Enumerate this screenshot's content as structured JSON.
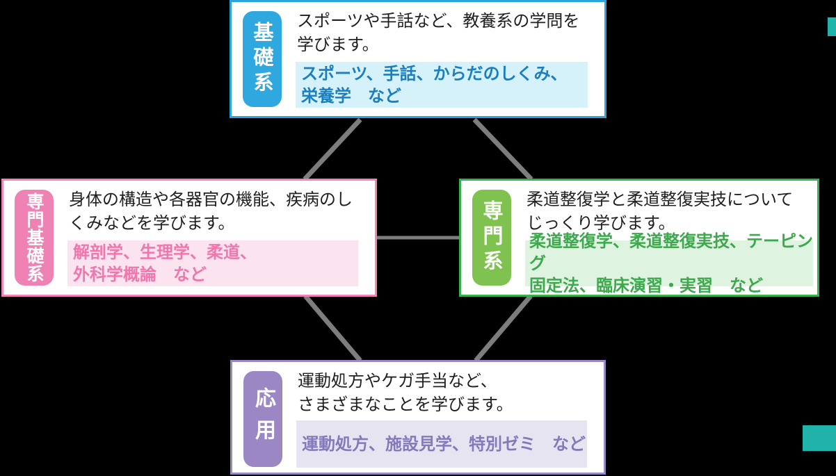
{
  "background": "#000000",
  "colors": {
    "description_text": "#1f1f1f"
  },
  "connectors": {
    "color": "#7d7d7d"
  },
  "decorations": {
    "corner_color": "#1fb3ab"
  },
  "boxes": [
    {
      "id": "basic",
      "label": "基礎系",
      "description": "スポーツや手話など、教養系の学問を\n学びます。",
      "subjects": "スポーツ、手話、からだのしくみ、\n栄養学　など",
      "colors": {
        "border": "#29a4dc",
        "label_bg": "#2fa8df",
        "label_text": "#ffffff",
        "subjects_bg": "#d5f2fb",
        "subjects_text": "#1b7ec1"
      }
    },
    {
      "id": "senmon-kiso",
      "label": "専門基礎系",
      "description": "身体の構造や各器官の機能、疾病のし\nくみなどを学びます。",
      "subjects": "解剖学、生理学、柔道、\n外科学概論　など",
      "colors": {
        "border": "#f283b6",
        "label_bg": "#ee82b4",
        "label_text": "#ffffff",
        "subjects_bg": "#fbe3f0",
        "subjects_text": "#ef77ad"
      }
    },
    {
      "id": "senmon",
      "label": "専門系",
      "description": "柔道整復学と柔道整復実技について\nじっくり学びます。",
      "subjects": "柔道整復学、柔道整復実技、テーピング\n固定法、臨床演習・実習　など",
      "colors": {
        "border": "#35b24b",
        "label_bg": "#7fc24f",
        "label_text": "#ffffff",
        "subjects_bg": "#dff3e1",
        "subjects_text": "#3ba94c"
      }
    },
    {
      "id": "applied",
      "label": "応用",
      "description": "運動処方やケガ手当など、\nさまざまなことを学びます。",
      "subjects": "運動処方、施設見学、特別ゼミ　など",
      "colors": {
        "border": "#9c88c5",
        "label_bg": "#9a87c4",
        "label_text": "#ffffff",
        "subjects_bg": "#e7e4f1",
        "subjects_text": "#8579bb"
      }
    }
  ]
}
